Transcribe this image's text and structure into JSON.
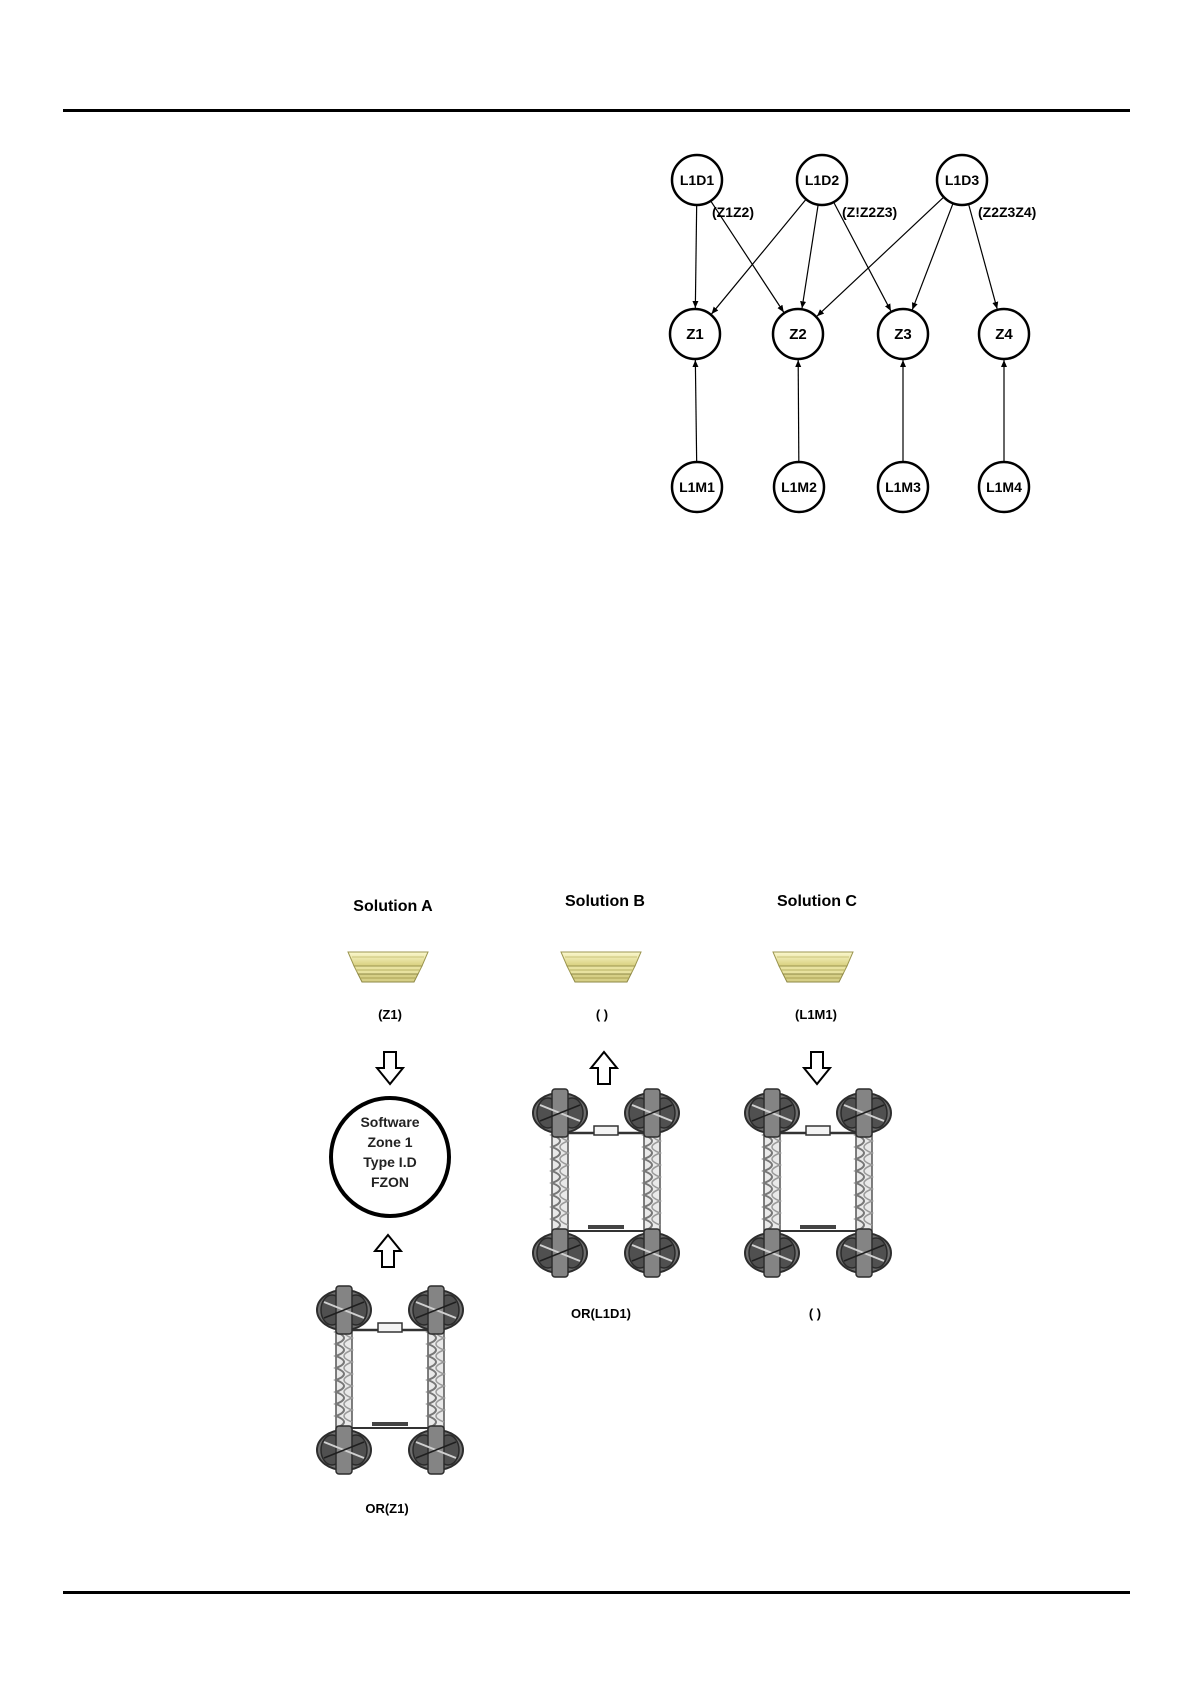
{
  "graph": {
    "detector_nodes": [
      {
        "id": "L1D1",
        "label": "L1D1",
        "zones_label": "(Z1Z2)"
      },
      {
        "id": "L1D2",
        "label": "L1D2",
        "zones_label": "(Z!Z2Z3)"
      },
      {
        "id": "L1D3",
        "label": "L1D3",
        "zones_label": "(Z2Z3Z4)"
      }
    ],
    "zone_nodes": [
      {
        "id": "Z1",
        "label": "Z1"
      },
      {
        "id": "Z2",
        "label": "Z2"
      },
      {
        "id": "Z3",
        "label": "Z3"
      },
      {
        "id": "Z4",
        "label": "Z4"
      }
    ],
    "module_nodes": [
      {
        "id": "L1M1",
        "label": "L1M1"
      },
      {
        "id": "L1M2",
        "label": "L1M2"
      },
      {
        "id": "L1M3",
        "label": "L1M3"
      },
      {
        "id": "L1M4",
        "label": "L1M4"
      }
    ],
    "edges": [
      {
        "from": "L1D1",
        "to": "Z1"
      },
      {
        "from": "L1D1",
        "to": "Z2"
      },
      {
        "from": "L1D2",
        "to": "Z1"
      },
      {
        "from": "L1D2",
        "to": "Z2"
      },
      {
        "from": "L1D2",
        "to": "Z3"
      },
      {
        "from": "L1D3",
        "to": "Z2"
      },
      {
        "from": "L1D3",
        "to": "Z3"
      },
      {
        "from": "L1D3",
        "to": "Z4"
      },
      {
        "from": "L1M1",
        "to": "Z1"
      },
      {
        "from": "L1M2",
        "to": "Z2"
      },
      {
        "from": "L1M3",
        "to": "Z3"
      },
      {
        "from": "L1M4",
        "to": "Z4"
      }
    ]
  },
  "solutions": {
    "a": {
      "title": "Solution A",
      "top_label": "(Z1)",
      "arrow_top": "down",
      "zone_circle_lines": [
        "Software",
        "Zone 1",
        "Type I.D",
        "FZON"
      ],
      "bottom_label": "OR(Z1)"
    },
    "b": {
      "title": "Solution B",
      "top_label": "( )",
      "arrow_top": "up",
      "bottom_label": "OR(L1D1)"
    },
    "c": {
      "title": "Solution C",
      "top_label": "(L1M1)",
      "arrow_top": "down",
      "bottom_label": "( )"
    }
  },
  "colors": {
    "ink": "#000000",
    "sounder_light": "#f6f2b4",
    "sounder_mid": "#dcd68a",
    "sounder_dark": "#b9b260",
    "device_gray": "#6a6a6a",
    "device_dark": "#3d3d3d"
  }
}
